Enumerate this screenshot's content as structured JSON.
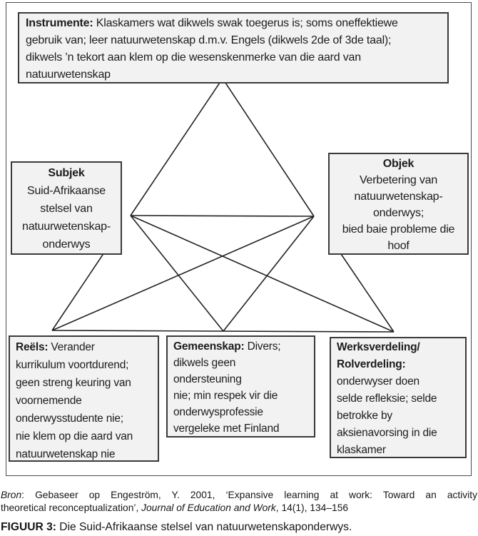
{
  "figure": {
    "boxes": {
      "instrumente": {
        "label": "Instrumente:",
        "lines": [
          " Klaskamers wat dikwels swak toegerus is; soms oneffektiewe",
          "gebruik van; leer natuurwetenskap d.m.v. Engels (dikwels 2de of 3de taal);",
          "dikwels ’n tekort aan klem op die wesenskenmerke van die aard van",
          "natuurwetenskap"
        ]
      },
      "subjek": {
        "label": "Subjek",
        "lines": [
          "Suid-Afrikaanse",
          "stelsel van",
          "natuurwetenskap-",
          "onderwys"
        ]
      },
      "objek": {
        "label": "Objek",
        "lines": [
          "Verbetering van",
          "natuurwetenskap-",
          "onderwys;",
          "bied baie probleme die",
          "hoof"
        ]
      },
      "reels": {
        "label": "Reëls:",
        "lines": [
          " Verander",
          "kurrikulum voortdurend;",
          "geen streng keuring van",
          "voornemende",
          "onderwysstudente nie;",
          "nie klem op die aard van",
          "natuurwetenskap nie"
        ]
      },
      "gemeenskap": {
        "label": "Gemeenskap:",
        "lines": [
          " Divers;",
          "dikwels geen",
          "ondersteuning",
          "nie; min respek vir die",
          "onderwysprofessie",
          "vergeleke met Finland"
        ]
      },
      "werksverdeling": {
        "label_lines": [
          "Werksverdeling/",
          "Rolverdeling:"
        ],
        "lines": [
          "onderwyser doen",
          "selde refleksie; selde",
          "betrokke by",
          "aksienavorsing in die",
          "klaskamer"
        ]
      }
    }
  },
  "caption": {
    "source_line1": [
      {
        "t": "Bron",
        "i": true
      },
      {
        "t": ": Gebaseer op Engeström, Y. 2001, ‘Expansive learning at work: Toward an activity"
      }
    ],
    "source_line2": [
      {
        "t": "theoretical reconceptualization’, "
      },
      {
        "t": "Journal of Education and Work",
        "i": true
      },
      {
        "t": ", 14(1), 134–156"
      }
    ],
    "figure_caption": [
      {
        "t": "FIGUUR 3:",
        "b": true
      },
      {
        "t": " Die Suid-Afrikaanse stelsel van natuurwetenskaponderwys."
      }
    ]
  },
  "colors": {
    "box_fill": "#f2f2f2",
    "box_border": "#3a3a3a",
    "line_color": "#222222",
    "outer_border": "#4a4a4a"
  }
}
